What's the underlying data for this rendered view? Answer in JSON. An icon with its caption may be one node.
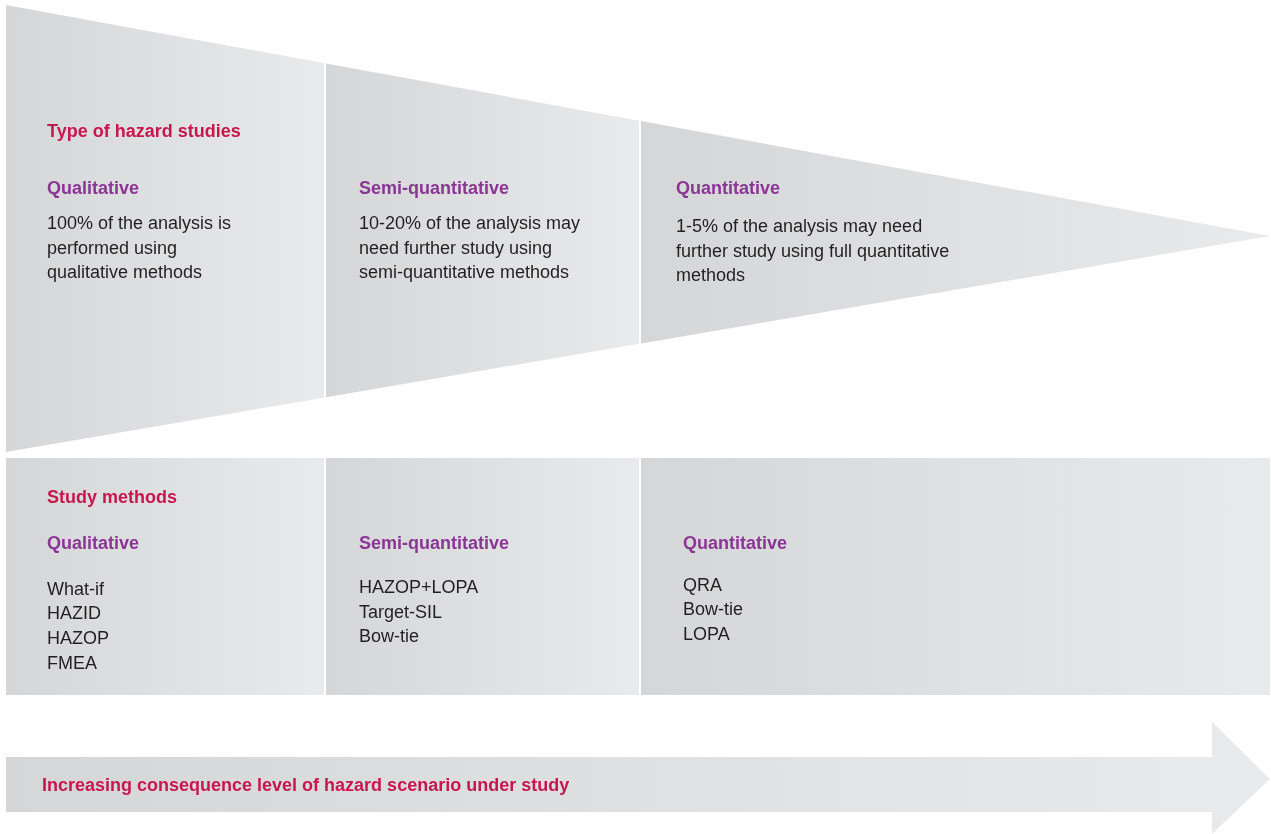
{
  "diagram": {
    "nodes": [
      {
        "text": [
          "Type of hazard studies",
          "Qualitative",
          "100% of the analysis is performed using qualitative methods"
        ]
      },
      {
        "text": [
          "Semi-quantitative",
          "10-20% of the analysis may need further study using semi-quantitative methods"
        ]
      },
      {
        "text": [
          "Quantitative",
          "1-5% of the analysis may need further study using full quantitative methods"
        ]
      },
      {
        "text": [
          "Study methods",
          "Qualitative",
          "What-if",
          "HAZID",
          "HAZOP",
          "FMEA"
        ]
      },
      {
        "text": [
          "Semi-quantitative",
          "HAZOP+LOPA",
          "Target-SIL",
          "Bow-tie"
        ]
      },
      {
        "text": [
          "Quantitative",
          "QRA",
          "Bow-tie",
          "LOPA"
        ]
      },
      {
        "text": [
          "Increasing consequence level of hazard scenario under study"
        ]
      }
    ]
  }
}
